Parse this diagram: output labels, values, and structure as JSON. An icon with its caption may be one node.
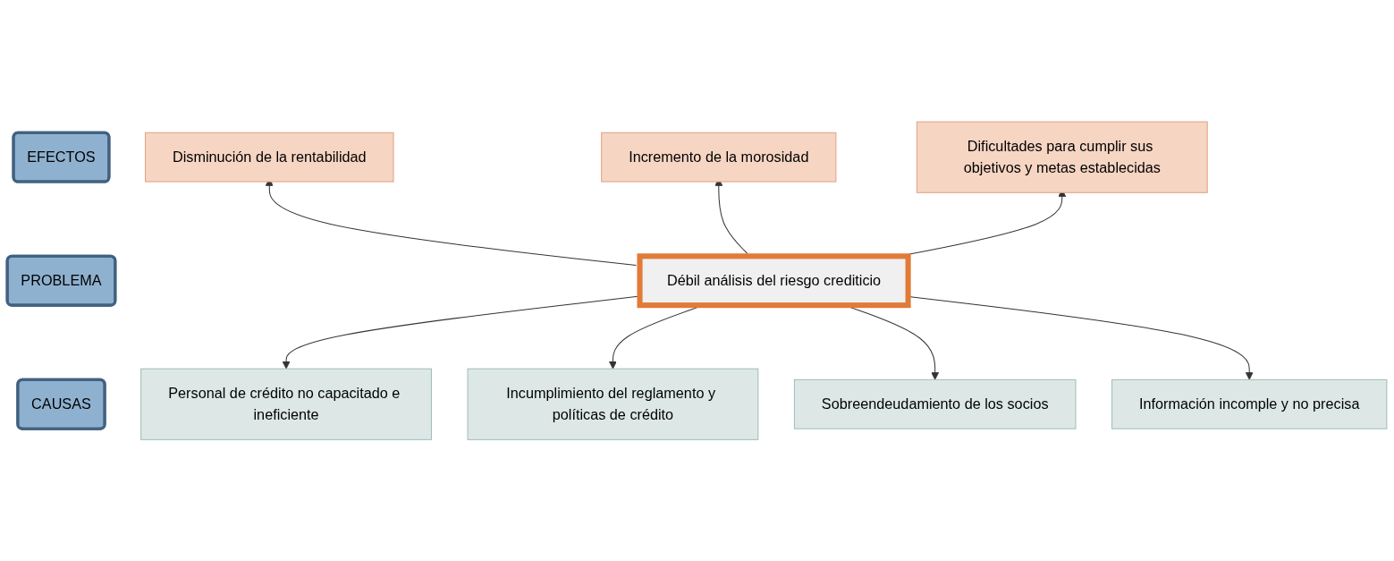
{
  "diagram": {
    "nodes": [
      {
        "text": [
          "EFECTOS"
        ]
      },
      {
        "text": [
          "Disminución de la rentabilidad"
        ]
      },
      {
        "text": [
          "Incremento de la morosidad"
        ]
      },
      {
        "text": [
          "Dificultades para cumplir sus objetivos y metas establecidas"
        ]
      },
      {
        "text": [
          "PROBLEMA"
        ]
      },
      {
        "text": [
          "Débil análisis del riesgo crediticio"
        ]
      },
      {
        "text": [
          "CAUSAS"
        ]
      },
      {
        "text": [
          "Personal de crédito no capacitado e ineficiente"
        ]
      },
      {
        "text": [
          "Incumplimiento del reglamento y políticas de crédito"
        ]
      },
      {
        "text": [
          "Sobreendeudamiento de los socios"
        ]
      },
      {
        "text": [
          "Información incomple y no precisa"
        ]
      }
    ],
    "edges": [
      {
        "from": 5,
        "to": 1,
        "arrow": "to"
      },
      {
        "from": 5,
        "to": 2,
        "arrow": "to"
      },
      {
        "from": 5,
        "to": 3,
        "arrow": "to"
      },
      {
        "from": 5,
        "to": 7,
        "arrow": "to"
      },
      {
        "from": 5,
        "to": 8,
        "arrow": "to"
      },
      {
        "from": 5,
        "to": 9,
        "arrow": "to"
      },
      {
        "from": 5,
        "to": 10,
        "arrow": "to"
      }
    ]
  }
}
